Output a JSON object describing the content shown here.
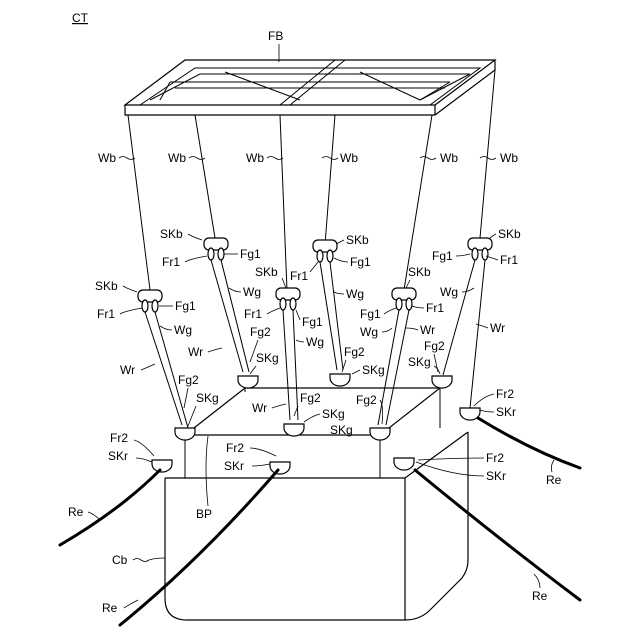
{
  "figure": {
    "id_label": "CT",
    "labels": {
      "frame_label": "FB",
      "platform_label": "BP",
      "basket_label": "Cb",
      "wire_b": "Wb",
      "wire_g": "Wg",
      "wire_r": "Wr",
      "rope_e": "Re",
      "shackle_b": "SKb",
      "shackle_g": "SKg",
      "shackle_r": "SKr",
      "fitting_g1": "Fg1",
      "fitting_g2": "Fg2",
      "fitting_r1": "Fr1",
      "fitting_r2": "Fr2"
    }
  }
}
